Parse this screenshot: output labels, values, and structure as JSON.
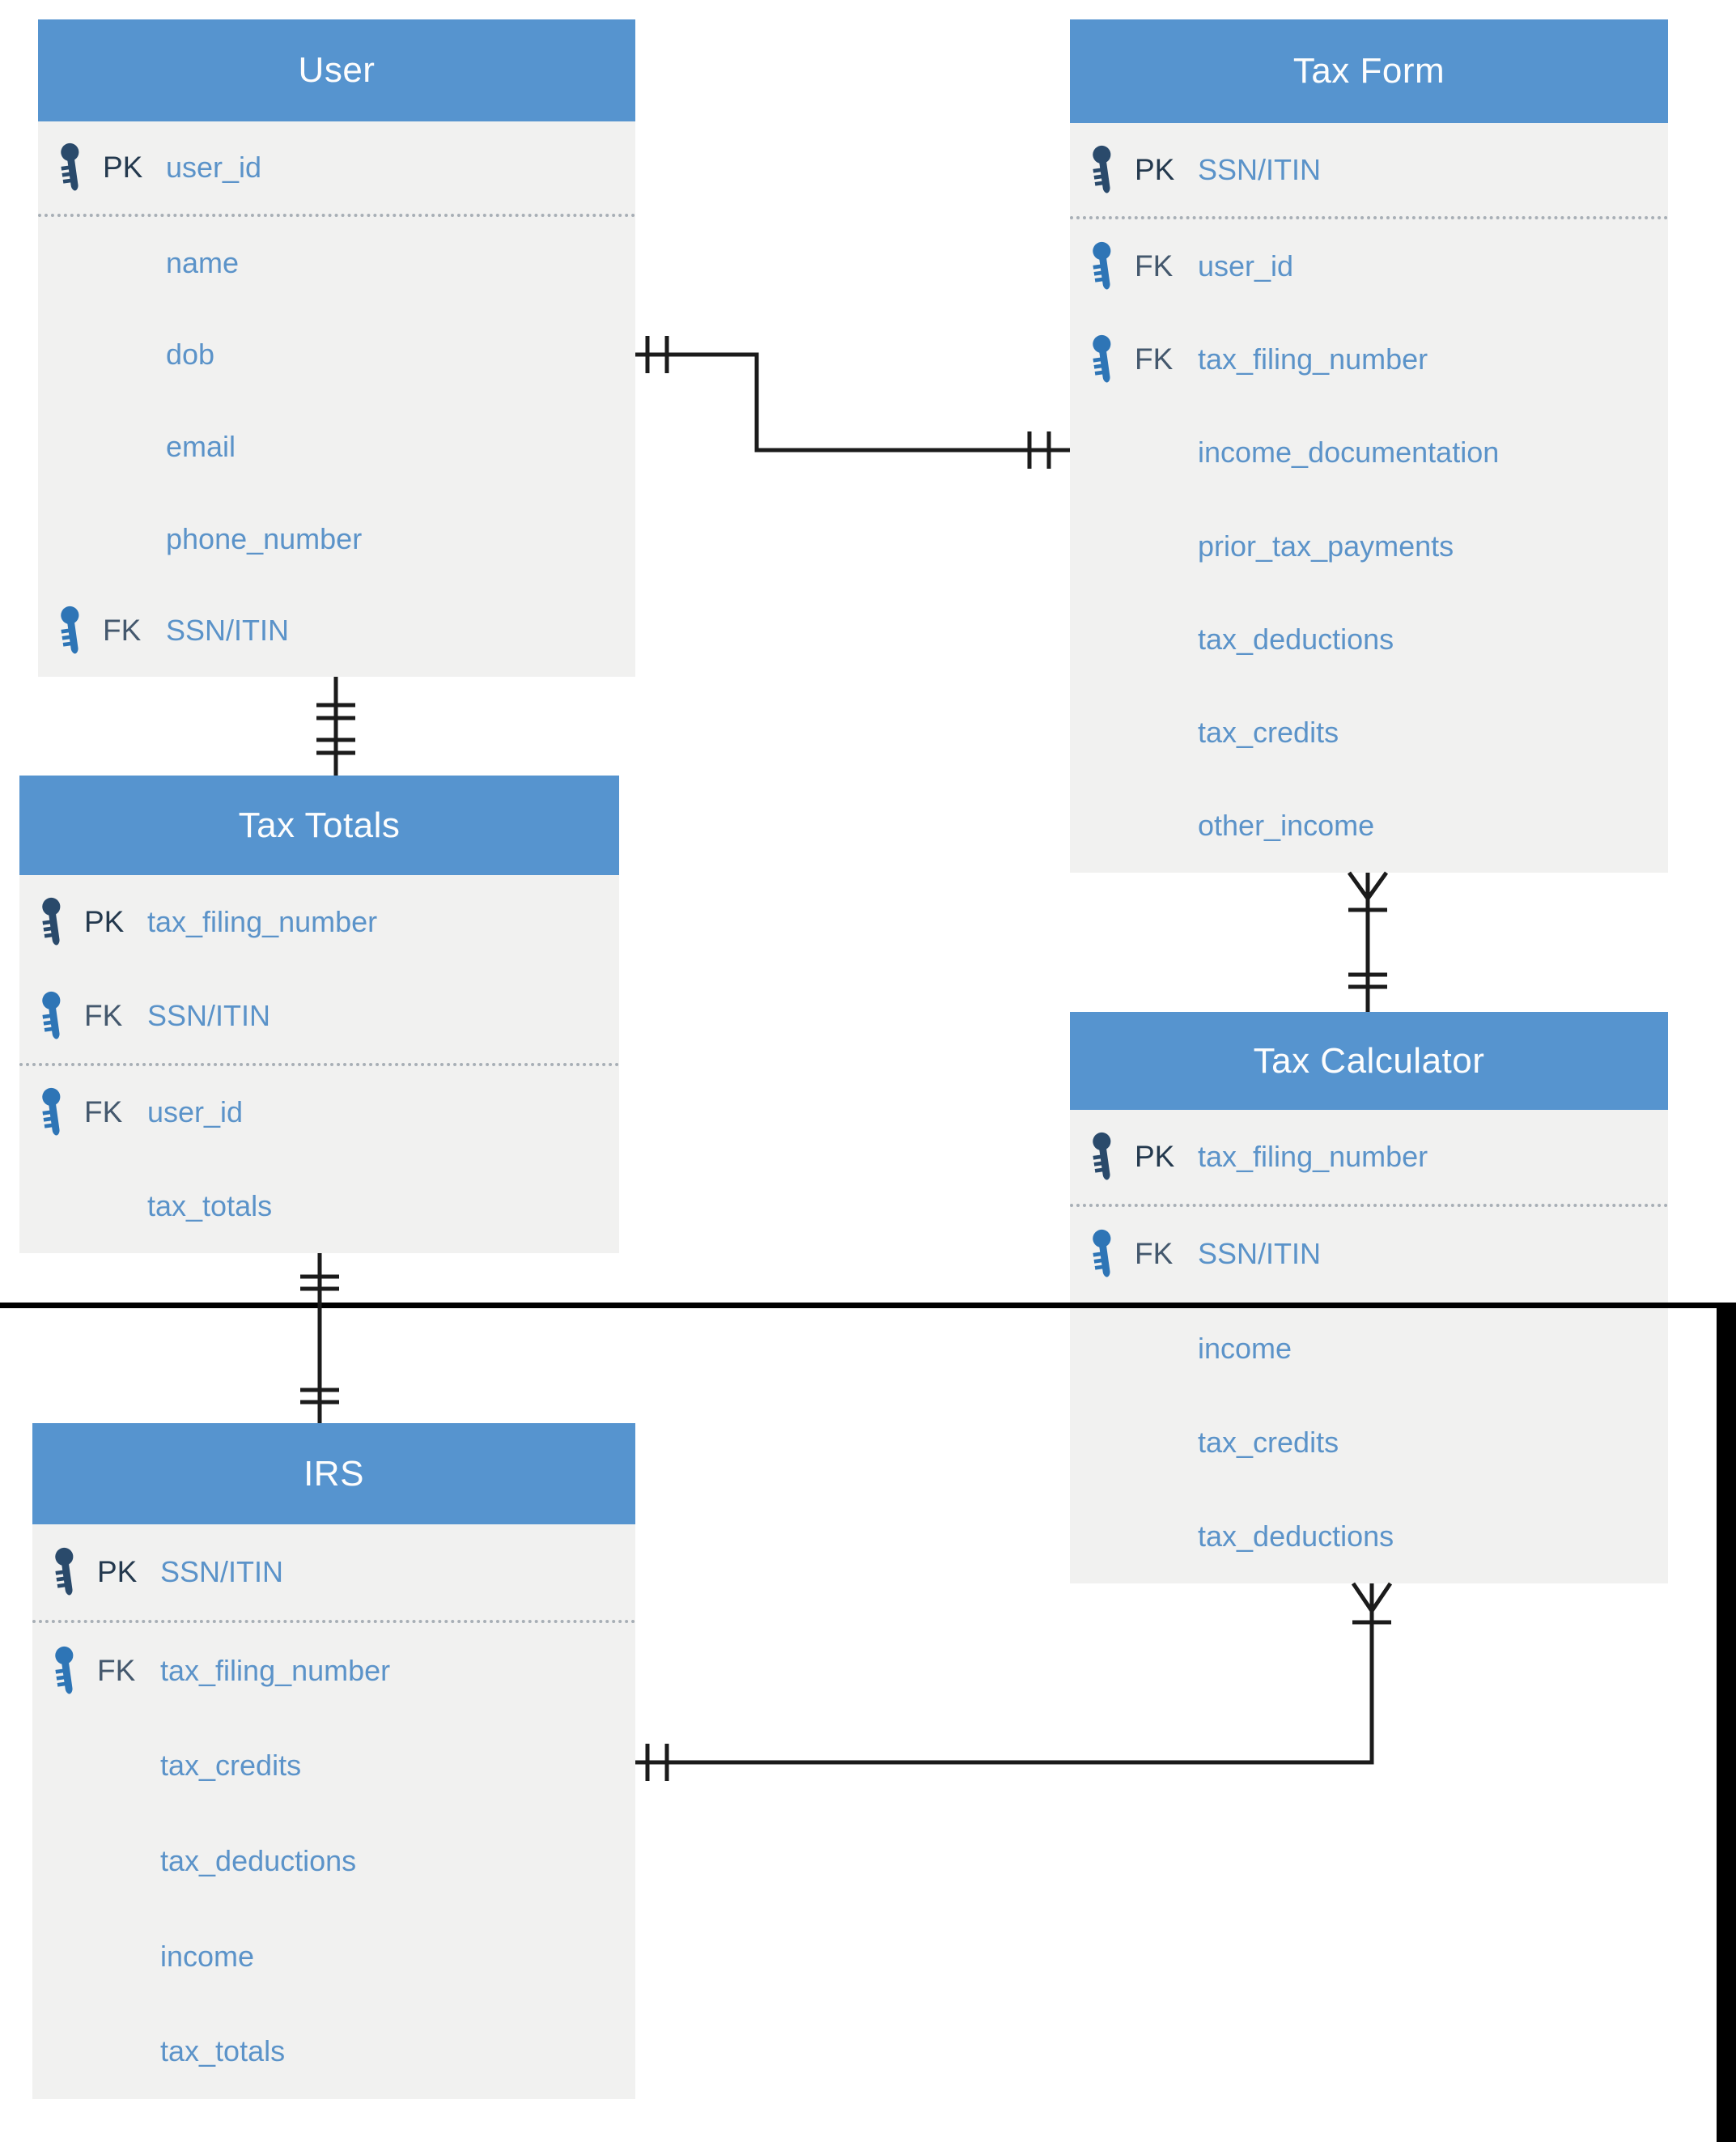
{
  "diagram": {
    "type": "entity-relationship-diagram",
    "key_labels": {
      "pk": "PK",
      "fk": "FK"
    },
    "entities": [
      {
        "id": "user",
        "title": "User",
        "separator_after": 1,
        "fields": [
          {
            "key": "PK",
            "name": "user_id"
          },
          {
            "key": "",
            "name": "name"
          },
          {
            "key": "",
            "name": "dob"
          },
          {
            "key": "",
            "name": "email"
          },
          {
            "key": "",
            "name": "phone_number"
          },
          {
            "key": "FK",
            "name": "SSN/ITIN"
          }
        ]
      },
      {
        "id": "tax-form",
        "title": "Tax Form",
        "separator_after": 1,
        "fields": [
          {
            "key": "PK",
            "name": "SSN/ITIN"
          },
          {
            "key": "FK",
            "name": "user_id"
          },
          {
            "key": "FK",
            "name": "tax_filing_number"
          },
          {
            "key": "",
            "name": "income_documentation"
          },
          {
            "key": "",
            "name": "prior_tax_payments"
          },
          {
            "key": "",
            "name": "tax_deductions"
          },
          {
            "key": "",
            "name": "tax_credits"
          },
          {
            "key": "",
            "name": "other_income"
          }
        ]
      },
      {
        "id": "tax-totals",
        "title": "Tax Totals",
        "separator_after": 2,
        "fields": [
          {
            "key": "PK",
            "name": "tax_filing_number"
          },
          {
            "key": "FK",
            "name": "SSN/ITIN"
          },
          {
            "key": "FK",
            "name": "user_id"
          },
          {
            "key": "",
            "name": "tax_totals"
          }
        ]
      },
      {
        "id": "tax-calculator",
        "title": "Tax Calculator",
        "separator_after": 1,
        "fields": [
          {
            "key": "PK",
            "name": "tax_filing_number"
          },
          {
            "key": "FK",
            "name": "SSN/ITIN"
          },
          {
            "key": "",
            "name": "income"
          },
          {
            "key": "",
            "name": "tax_credits"
          },
          {
            "key": "",
            "name": "tax_deductions"
          }
        ]
      },
      {
        "id": "irs",
        "title": "IRS",
        "separator_after": 1,
        "fields": [
          {
            "key": "PK",
            "name": "SSN/ITIN"
          },
          {
            "key": "FK",
            "name": "tax_filing_number"
          },
          {
            "key": "",
            "name": "tax_credits"
          },
          {
            "key": "",
            "name": "tax_deductions"
          },
          {
            "key": "",
            "name": "income"
          },
          {
            "key": "",
            "name": "tax_totals"
          }
        ]
      }
    ],
    "relationships": [
      {
        "from": "User",
        "to": "Tax Form",
        "from_cardinality": "one-and-only-one",
        "to_cardinality": "one-and-only-one"
      },
      {
        "from": "User",
        "to": "Tax Totals",
        "from_cardinality": "one-and-only-one",
        "to_cardinality": "one-and-only-one"
      },
      {
        "from": "Tax Totals",
        "to": "IRS",
        "from_cardinality": "one-and-only-one",
        "to_cardinality": "one-and-only-one"
      },
      {
        "from": "Tax Form",
        "to": "Tax Calculator",
        "from_cardinality": "one-or-many",
        "to_cardinality": "one-and-only-one"
      },
      {
        "from": "Tax Calculator",
        "to": "IRS",
        "from_cardinality": "one-or-many",
        "to_cardinality": "one-and-only-one"
      }
    ],
    "colors": {
      "header_bg": "#5694cf",
      "header_text": "#fdfdfd",
      "body_bg": "#f1f1f0",
      "field_text": "#5b93c9",
      "pk_text": "#24394e",
      "fk_text": "#44586d",
      "pk_icon": "#2a4a6b",
      "fk_icon": "#2e75b6",
      "connector": "#1b1b1b",
      "artifact_bar": "#000000"
    }
  }
}
